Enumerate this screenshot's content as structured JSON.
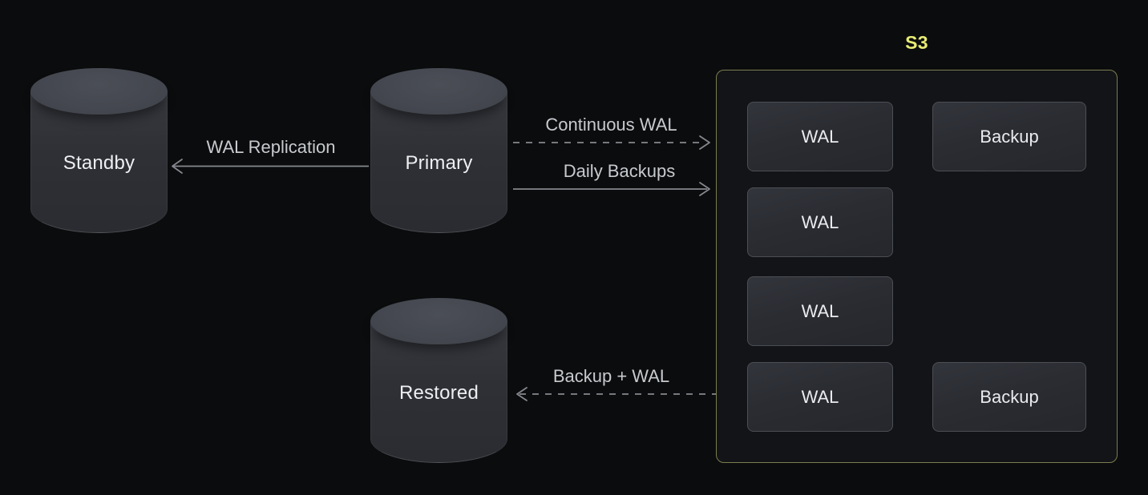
{
  "nodes": {
    "standby": {
      "label": "Standby"
    },
    "primary": {
      "label": "Primary"
    },
    "restored": {
      "label": "Restored"
    }
  },
  "edges": {
    "wal_replication": {
      "label": "WAL Replication",
      "style": "solid",
      "from": "primary",
      "to": "standby"
    },
    "continuous_wal": {
      "label": "Continuous WAL",
      "style": "dashed",
      "from": "primary",
      "to": "s3"
    },
    "daily_backups": {
      "label": "Daily Backups",
      "style": "solid",
      "from": "primary",
      "to": "s3"
    },
    "backup_plus_wal": {
      "label": "Backup + WAL",
      "style": "dashed",
      "from": "s3",
      "to": "restored"
    }
  },
  "s3": {
    "title": "S3",
    "wal_items": [
      "WAL",
      "WAL",
      "WAL",
      "WAL"
    ],
    "backup_items": [
      "Backup",
      "Backup"
    ]
  },
  "colors": {
    "background": "#0b0c0d",
    "accent_yellow": "#e7eb74",
    "s3_border": "#7c7d4e",
    "arrow_gray": "#85888d"
  }
}
